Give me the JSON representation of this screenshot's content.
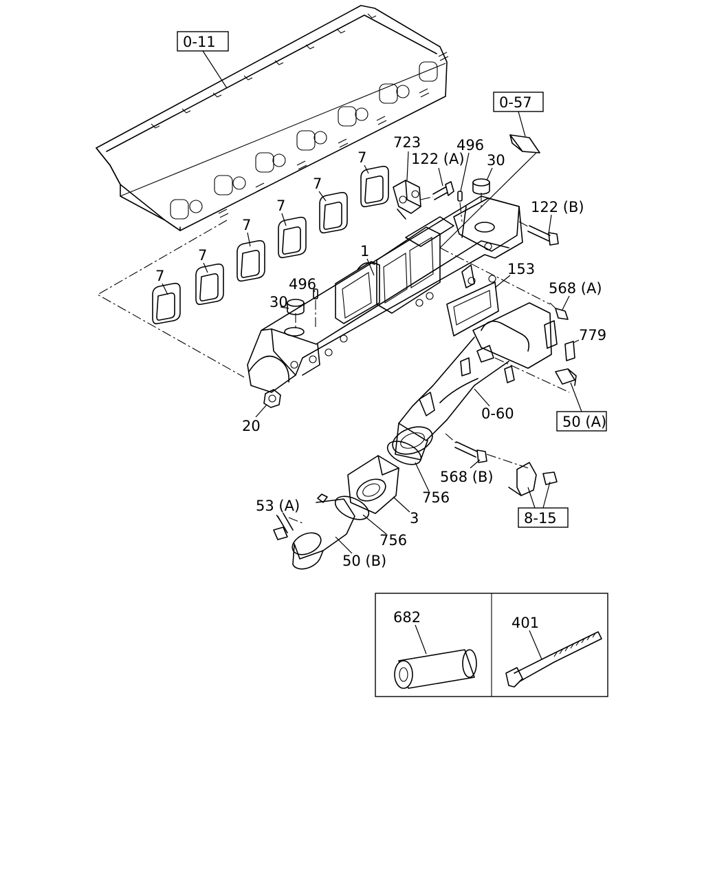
{
  "callouts": [
    {
      "id": "c-0-11",
      "text": "0-11",
      "boxed": true
    },
    {
      "id": "c-0-57",
      "text": "0-57",
      "boxed": true
    },
    {
      "id": "c-723",
      "text": "723"
    },
    {
      "id": "c-496-top",
      "text": "496"
    },
    {
      "id": "c-122a",
      "text": "122 (A)"
    },
    {
      "id": "c-30-top",
      "text": "30"
    },
    {
      "id": "c-122b",
      "text": "122 (B)"
    },
    {
      "id": "c-7-a",
      "text": "7"
    },
    {
      "id": "c-7-b",
      "text": "7"
    },
    {
      "id": "c-7-c",
      "text": "7"
    },
    {
      "id": "c-7-d",
      "text": "7"
    },
    {
      "id": "c-7-e",
      "text": "7"
    },
    {
      "id": "c-7-f",
      "text": "7"
    },
    {
      "id": "c-1",
      "text": "1"
    },
    {
      "id": "c-496-mid",
      "text": "496"
    },
    {
      "id": "c-30-mid",
      "text": "30"
    },
    {
      "id": "c-153",
      "text": "153"
    },
    {
      "id": "c-568a",
      "text": "568 (A)"
    },
    {
      "id": "c-779",
      "text": "779"
    },
    {
      "id": "c-0-60",
      "text": "0-60",
      "boxed": true
    },
    {
      "id": "c-50a",
      "text": "50 (A)"
    },
    {
      "id": "c-20",
      "text": "20"
    },
    {
      "id": "c-568b",
      "text": "568 (B)"
    },
    {
      "id": "c-756-a",
      "text": "756"
    },
    {
      "id": "c-3",
      "text": "3"
    },
    {
      "id": "c-53a",
      "text": "53 (A)"
    },
    {
      "id": "c-756-b",
      "text": "756"
    },
    {
      "id": "c-50b",
      "text": "50 (B)"
    },
    {
      "id": "c-8-15",
      "text": "8-15",
      "boxed": true
    },
    {
      "id": "c-682",
      "text": "682"
    },
    {
      "id": "c-401",
      "text": "401"
    }
  ],
  "colors": {
    "line": "#000000",
    "background": "#ffffff"
  }
}
